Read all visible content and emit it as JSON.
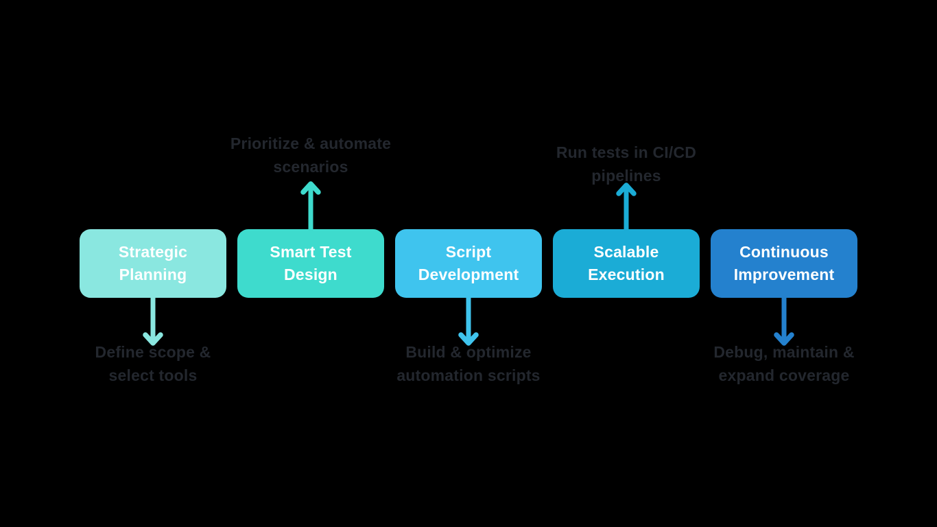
{
  "diagram": {
    "background": "#000000",
    "title_text_color": "#FFFFFF",
    "annotation_text_color": "#23272E",
    "stages": [
      {
        "id": "strategic-planning",
        "title_lines": [
          "Strategic",
          "Planning"
        ],
        "color": "#8AE7E0",
        "annotation": {
          "placement": "below",
          "lines": [
            "Define scope &",
            "select tools"
          ]
        }
      },
      {
        "id": "smart-test-design",
        "title_lines": [
          "Smart Test",
          "Design"
        ],
        "color": "#3EDBCD",
        "annotation": {
          "placement": "above",
          "lines": [
            "Prioritize & automate",
            "scenarios"
          ]
        }
      },
      {
        "id": "script-development",
        "title_lines": [
          "Script",
          "Development"
        ],
        "color": "#3FC4EE",
        "annotation": {
          "placement": "below",
          "lines": [
            "Build & optimize",
            "automation scripts"
          ]
        }
      },
      {
        "id": "scalable-execution",
        "title_lines": [
          "Scalable",
          "Execution"
        ],
        "color": "#1BACD6",
        "annotation": {
          "placement": "above",
          "lines": [
            "Run tests in CI/CD",
            "pipelines"
          ]
        }
      },
      {
        "id": "continuous-improvement",
        "title_lines": [
          "Continuous",
          "Improvement"
        ],
        "color": "#2481CE",
        "annotation": {
          "placement": "below",
          "lines": [
            "Debug, maintain &",
            "expand coverage"
          ]
        }
      }
    ]
  }
}
